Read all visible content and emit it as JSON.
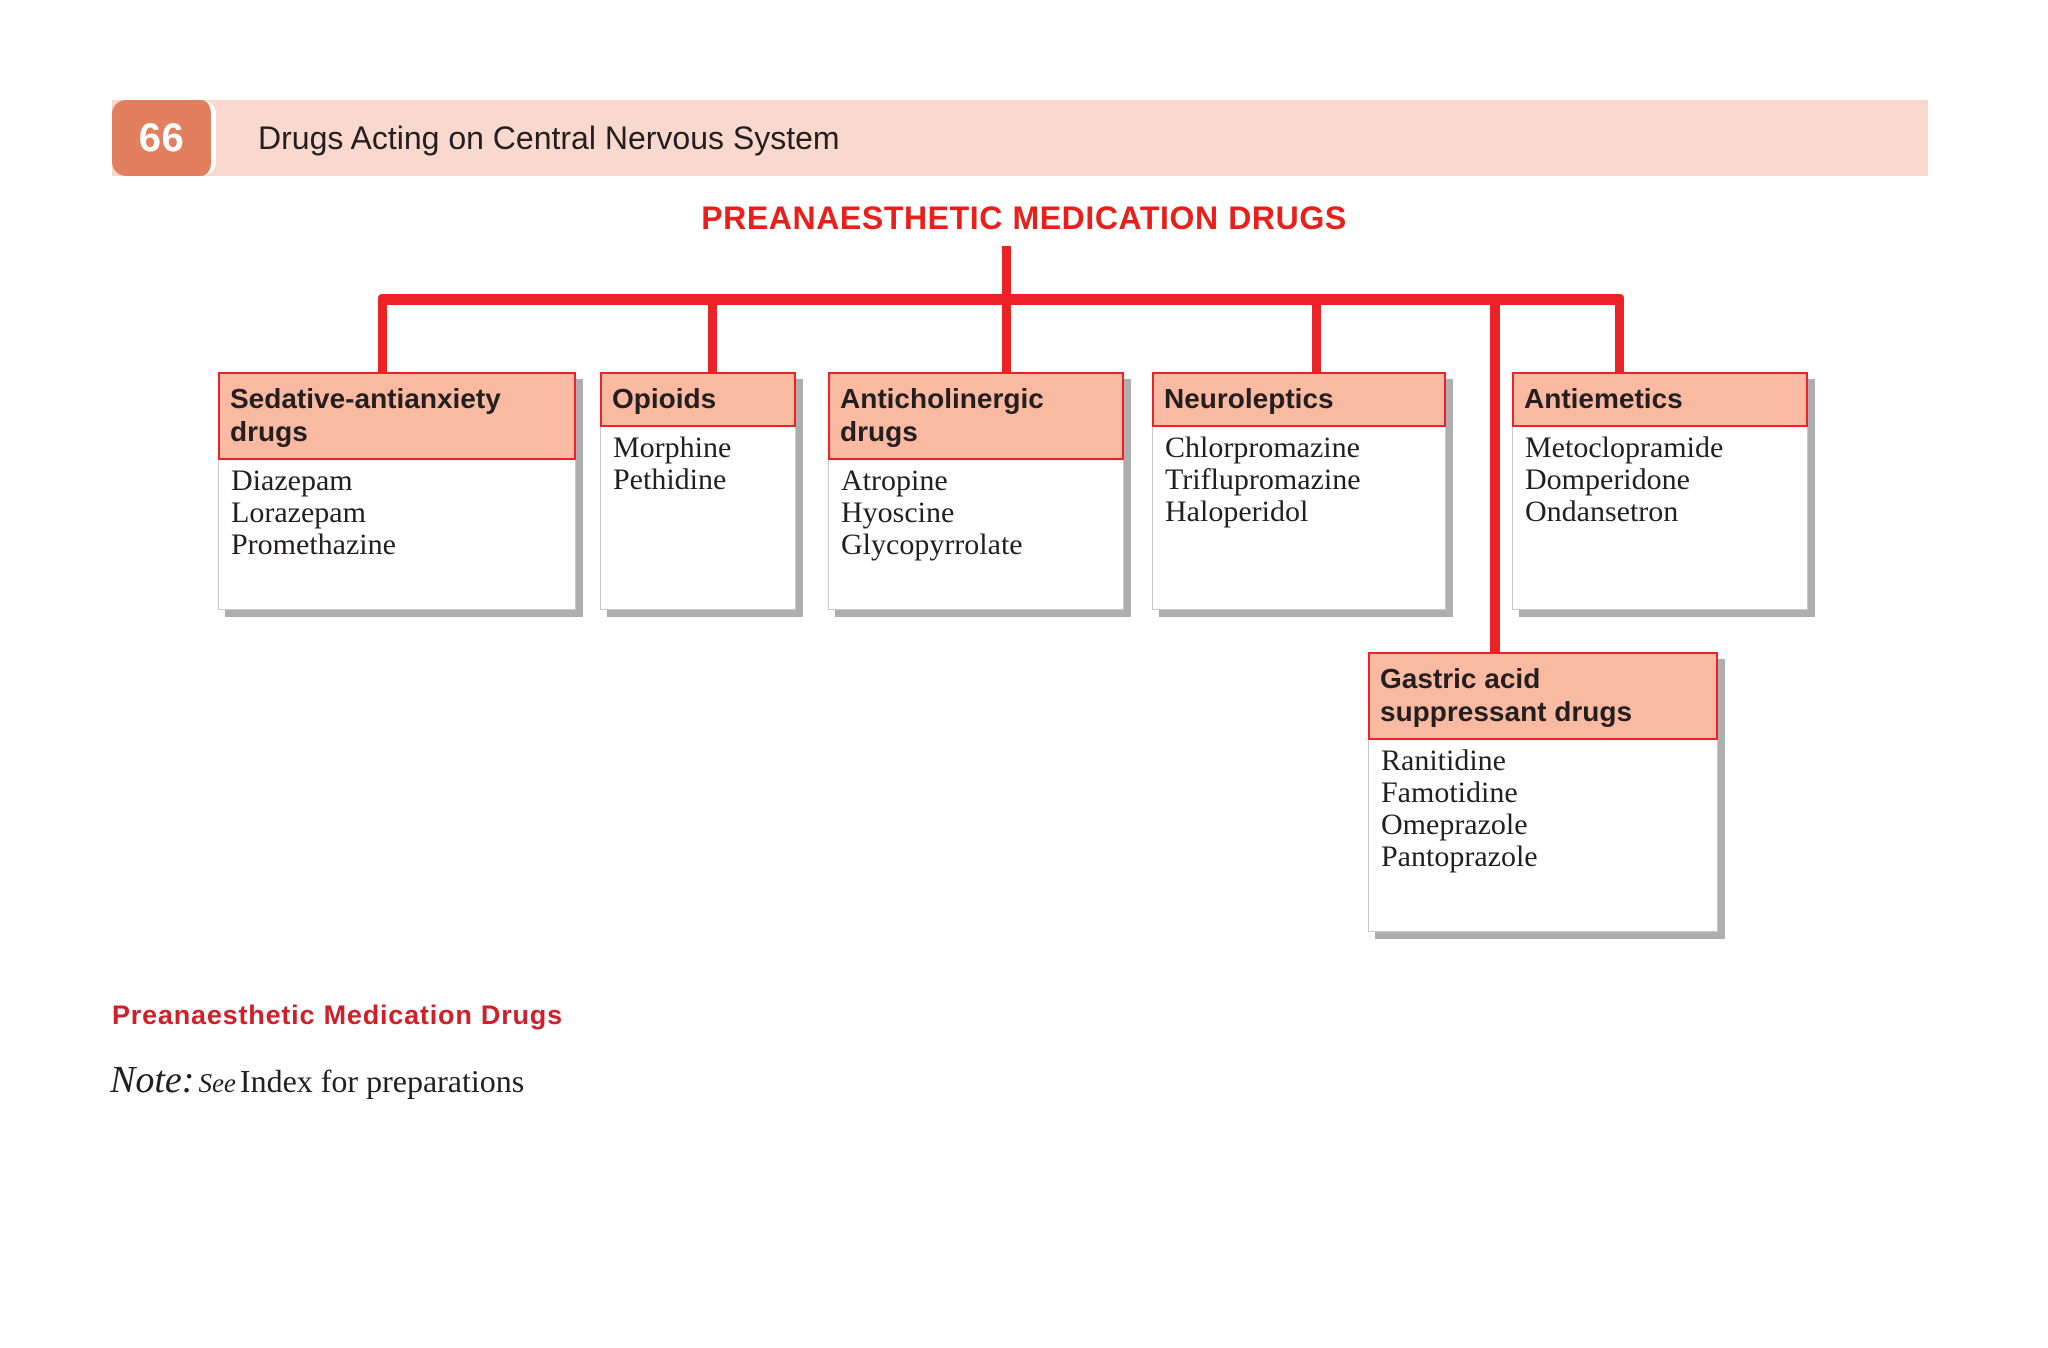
{
  "page_header": {
    "number": "66",
    "title": "Drugs Acting on Central Nervous System",
    "band_color": "#f9d8cd",
    "badge_color": "#e17f5e"
  },
  "chart_data": {
    "type": "diagram",
    "title": "PREANAESTHETIC MEDICATION DRUGS",
    "title_color": "#e8201c",
    "connector_color": "#ec2227",
    "node_header_fill": "#fab9a1",
    "node_body_fill": "#ffffff",
    "root": "PREANAESTHETIC MEDICATION DRUGS",
    "nodes": [
      {
        "id": "sedative-antianxiety-drugs",
        "header": "Sedative-antianxiety drugs",
        "items": [
          "Diazepam",
          "Lorazepam",
          "Promethazine"
        ]
      },
      {
        "id": "opioids",
        "header": "Opioids",
        "items": [
          "Morphine",
          "Pethidine"
        ]
      },
      {
        "id": "anticholinergic-drugs",
        "header": "Anticholinergic drugs",
        "items": [
          "Atropine",
          "Hyoscine",
          "Glycopyrrolate"
        ]
      },
      {
        "id": "neuroleptics",
        "header": "Neuroleptics",
        "items": [
          "Chlorpromazine",
          "Triflupromazine",
          "Haloperidol"
        ]
      },
      {
        "id": "antiemetics",
        "header": "Antiemetics",
        "items": [
          "Metoclopramide",
          "Domperidone",
          "Ondansetron"
        ]
      },
      {
        "id": "gastric-acid-suppressant-drugs",
        "header": "Gastric acid suppressant drugs",
        "items": [
          "Ranitidine",
          "Famotidine",
          "Omeprazole",
          "Pantoprazole"
        ]
      }
    ]
  },
  "caption": {
    "text": "Preanaesthetic Medication Drugs",
    "color": "#d11f2a"
  },
  "note": {
    "label": "Note:",
    "see": "See",
    "rest": "Index for preparations"
  }
}
